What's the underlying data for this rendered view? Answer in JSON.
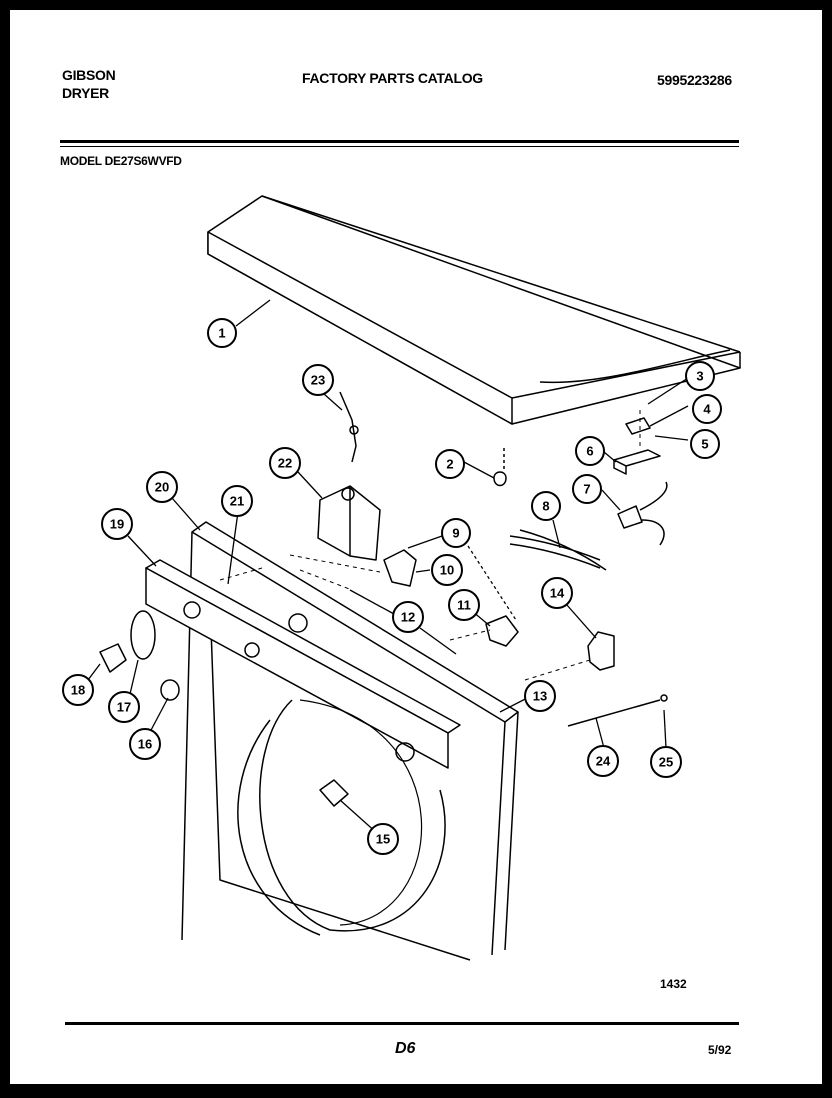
{
  "header": {
    "brand_line1": "GIBSON",
    "brand_line2": "DRYER",
    "catalog_title": "FACTORY PARTS CATALOG",
    "part_number": "5995223286",
    "model": "MODEL DE27S6WVFD"
  },
  "footer": {
    "drawing_number": "1432",
    "page_code": "D6",
    "date": "5/92"
  },
  "callouts": [
    "1",
    "2",
    "3",
    "4",
    "5",
    "6",
    "7",
    "8",
    "9",
    "10",
    "11",
    "12",
    "13",
    "14",
    "15",
    "16",
    "17",
    "18",
    "19",
    "20",
    "21",
    "22",
    "23",
    "24",
    "25"
  ],
  "colors": {
    "ink": "#000000",
    "paper": "#ffffff"
  }
}
